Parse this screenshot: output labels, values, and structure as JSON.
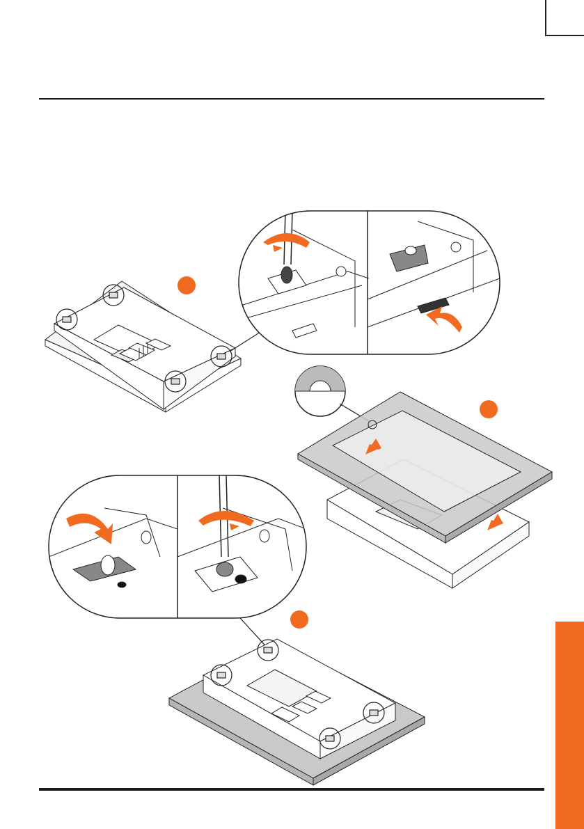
{
  "page": {
    "accent_color": "#f06a1f",
    "line_color": "#1a1a1a",
    "side_tab_color": "#f06a1f"
  },
  "illustration": {
    "step_markers": [
      {
        "color": "#f06a1f"
      },
      {
        "color": "#f06a1f"
      },
      {
        "color": "#f06a1f"
      }
    ],
    "callouts": [
      {
        "name": "unscrew-clamp-detail"
      },
      {
        "name": "engage-clamp-detail"
      },
      {
        "name": "frame-notch-detail"
      }
    ],
    "icons": [
      "screwdriver-icon",
      "rotation-arrow-icon",
      "insert-arrow-icon",
      "clamp-icon",
      "frame-icon",
      "device-icon"
    ]
  }
}
